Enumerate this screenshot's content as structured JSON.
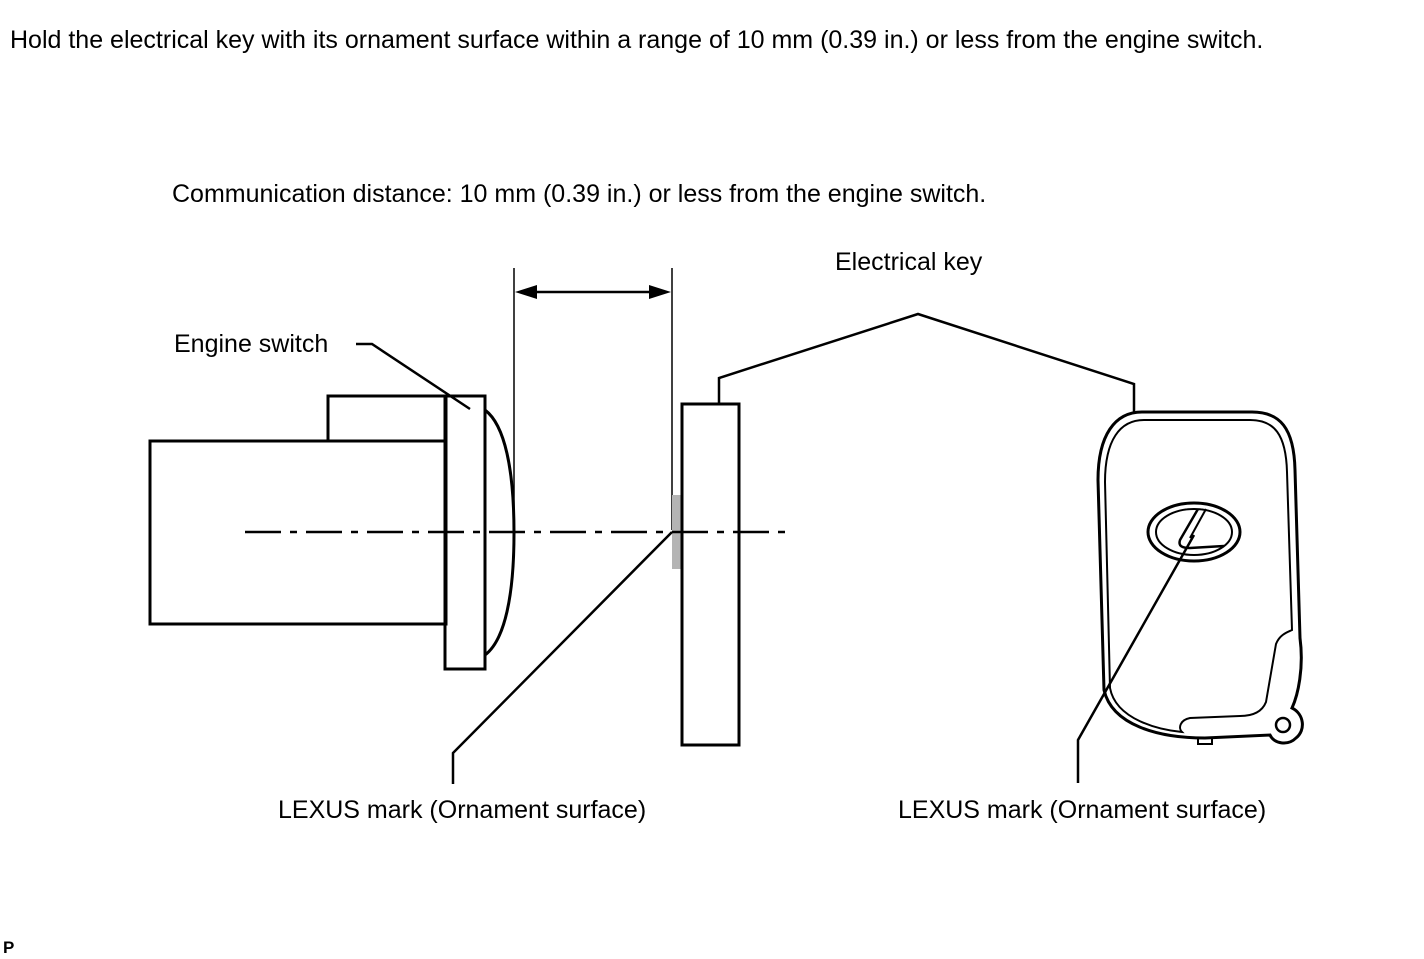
{
  "instruction": "Hold the electrical key with its ornament surface within a range of 10 mm (0.39 in.) or less from the engine switch.",
  "diagram": {
    "communication_distance": "Communication distance: 10 mm (0.39 in.) or less from the engine switch.",
    "electrical_key_label": "Electrical key",
    "engine_switch_label": "Engine switch",
    "lexus_mark_label_left": "LEXUS mark (Ornament surface)",
    "lexus_mark_label_right": "LEXUS mark (Ornament surface)"
  },
  "figure_code": "P",
  "colors": {
    "line": "#000000",
    "highlight": "#b4b4b4"
  }
}
